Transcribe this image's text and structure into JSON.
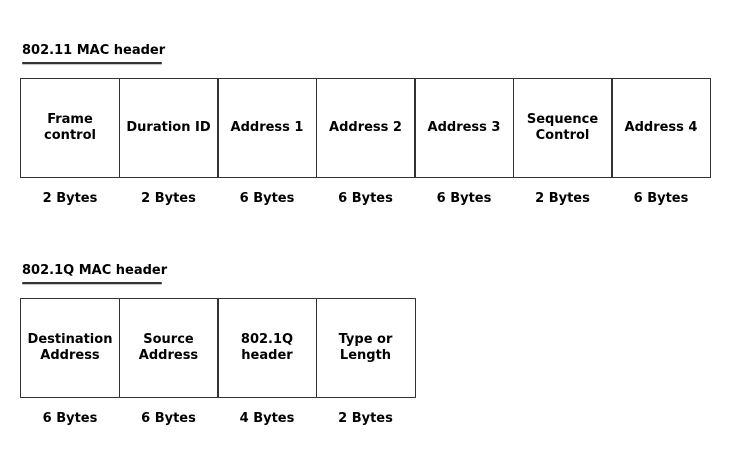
{
  "frames": [
    {
      "title": "802.11 MAC header",
      "fields": [
        {
          "label": "Frame\ncontrol",
          "size": "2 Bytes"
        },
        {
          "label": "Duration ID",
          "size": "2 Bytes"
        },
        {
          "label": "Address 1",
          "size": "6 Bytes"
        },
        {
          "label": "Address 2",
          "size": "6 Bytes"
        },
        {
          "label": "Address 3",
          "size": "6 Bytes"
        },
        {
          "label": "Sequence\nControl",
          "size": "2 Bytes"
        },
        {
          "label": "Address 4",
          "size": "6 Bytes"
        }
      ]
    },
    {
      "title": "802.1Q MAC header",
      "fields": [
        {
          "label": "Destination\nAddress",
          "size": "6 Bytes"
        },
        {
          "label": "Source\nAddress",
          "size": "6 Bytes"
        },
        {
          "label": "802.1Q\nheader",
          "size": "4 Bytes"
        },
        {
          "label": "Type or\nLength",
          "size": "2 Bytes"
        }
      ]
    }
  ]
}
